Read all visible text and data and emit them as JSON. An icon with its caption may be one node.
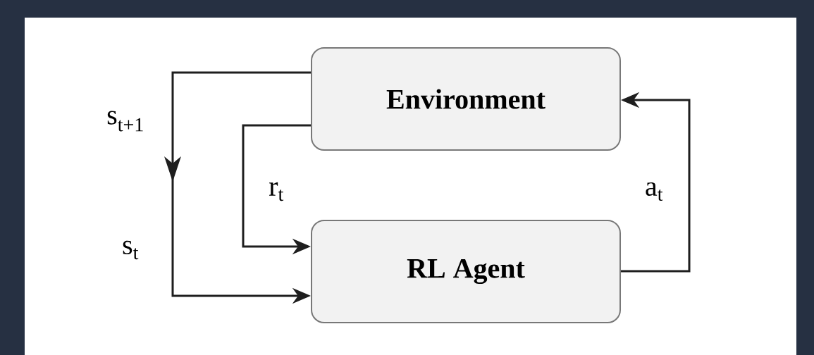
{
  "diagram": {
    "nodes": [
      {
        "text": [
          "Environment"
        ]
      },
      {
        "text": [
          "RL Agent"
        ]
      }
    ],
    "edges": [
      {
        "from": 0,
        "to": 1,
        "arrow": "to",
        "label": "s$_{t+1}$"
      },
      {
        "from": 0,
        "to": 1,
        "arrow": "to",
        "label": "r$_{t}$"
      },
      {
        "from": 1,
        "to": 0,
        "arrow": "to",
        "label": "a$_{t}$"
      }
    ],
    "labels": [
      "s$_{t}$"
    ]
  }
}
